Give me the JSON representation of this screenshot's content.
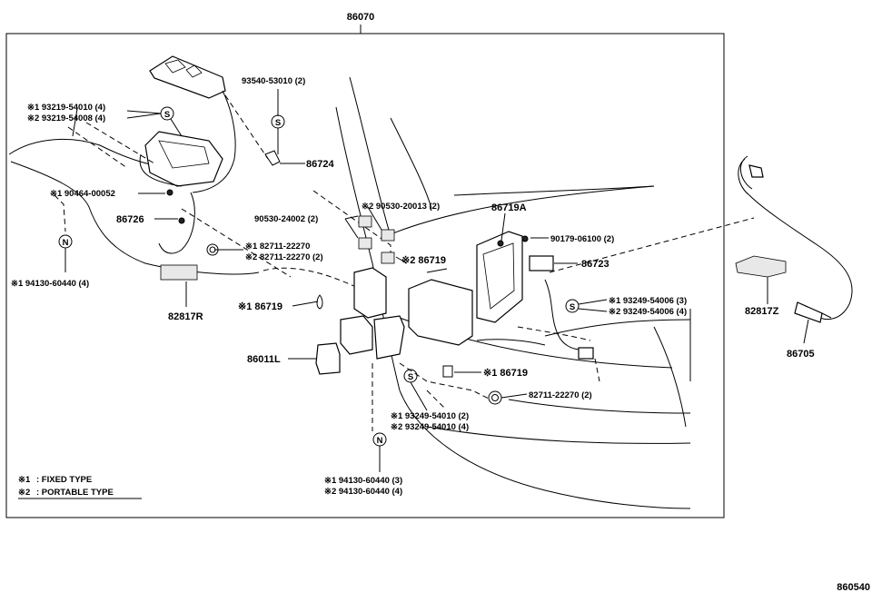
{
  "diagram": {
    "main_part": "86070",
    "figure_code": "860540",
    "legend": [
      {
        "mark": "※1",
        "text": ": FIXED TYPE"
      },
      {
        "mark": "※2",
        "text": ": PORTABLE TYPE"
      }
    ],
    "symbols": {
      "screw": "S",
      "nut": "N"
    },
    "labels": {
      "l_93540": "93540-53010 (2)",
      "l_86724": "86724",
      "l_93219_1": "※1  93219-54010 (4)",
      "l_93219_2": "※2  93219-54008 (4)",
      "l_90464": "※1  90464-00052",
      "l_86726": "86726",
      "l_94130_l": "※1  94130-60440 (4)",
      "l_82711_a1": "※1  82711-22270",
      "l_82711_a2": "※2  82711-22270 (2)",
      "l_82817R": "82817R",
      "l_90530_1": "90530-24002 (2)",
      "l_90530_2": "※2  90530-20013 (2)",
      "l_86719A": "86719A",
      "l_90179": "90179-06100 (2)",
      "l_86719_a": "※2  86719",
      "l_86723": "86723",
      "l_86719_b": "※1 86719",
      "l_86011L": "86011L",
      "l_93249_r1": "※1  93249-54006 (3)",
      "l_93249_r2": "※2  93249-54006 (4)",
      "l_86719_c": "※1  86719",
      "l_82711_b": "82711-22270 (2)",
      "l_93249_b1": "※1  93249-54010 (2)",
      "l_93249_b2": "※2  93249-54010 (4)",
      "l_94130_b1": "※1  94130-60440 (3)",
      "l_94130_b2": "※2  94130-60440 (4)",
      "l_82817Z": "82817Z",
      "l_86705": "86705"
    }
  }
}
